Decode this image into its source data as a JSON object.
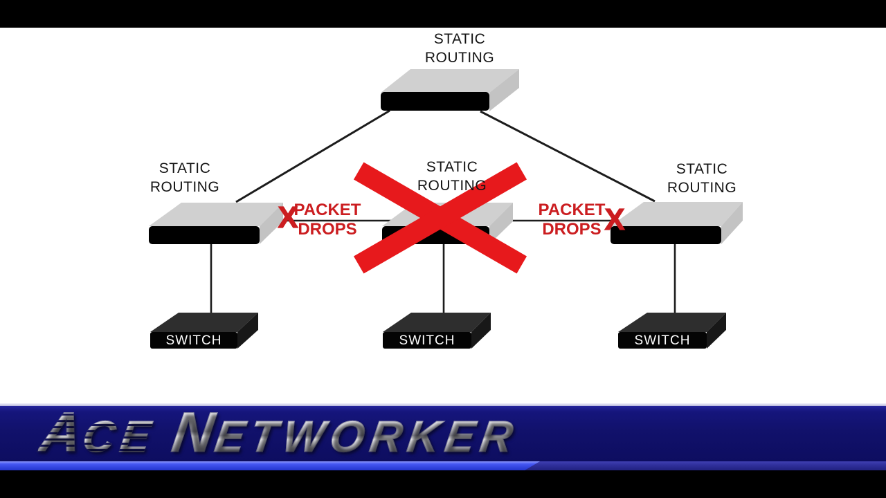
{
  "colors": {
    "letterbox": "#000000",
    "canvas_bg": "#ffffff",
    "device_top_gray": "#d0d0d0",
    "device_front_black": "#000000",
    "switch_body": "#2e2e2e",
    "connector_line": "#1c1c1c",
    "cross_red": "#e7191c",
    "drops_red": "#cb1d20",
    "banner_navy": "#11116b",
    "banner_accent_blue": "#3348e8",
    "brand_chrome": "#d9d9e2"
  },
  "diagram": {
    "routers": [
      {
        "id": "router-top",
        "label_line1": "STATIC",
        "label_line2": "ROUTING"
      },
      {
        "id": "router-left",
        "label_line1": "STATIC",
        "label_line2": "ROUTING"
      },
      {
        "id": "router-center",
        "label_line1": "STATIC",
        "label_line2": "ROUTING",
        "crossed_out": true
      },
      {
        "id": "router-right",
        "label_line1": "STATIC",
        "label_line2": "ROUTING"
      }
    ],
    "switches": [
      {
        "label": "SWITCH"
      },
      {
        "label": "SWITCH"
      },
      {
        "label": "SWITCH"
      }
    ],
    "packet_drops": [
      {
        "x_mark": "X",
        "line1": "PACKET",
        "line2": "DROPS"
      },
      {
        "x_mark": "X",
        "line1": "PACKET",
        "line2": "DROPS"
      }
    ]
  },
  "banner": {
    "brand": "Ace Networker",
    "word1_initial": "A",
    "word1_rest": "CE",
    "word2_initial": "N",
    "word2_rest": "ETWORKER"
  }
}
